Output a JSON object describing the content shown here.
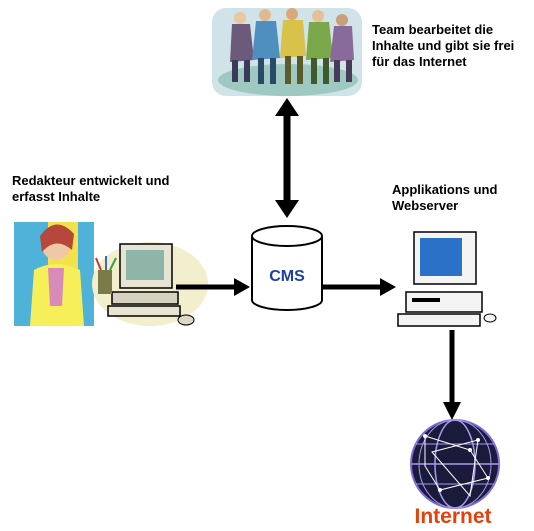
{
  "labels": {
    "team": "Team bearbeitet die Inhalte und gibt sie frei für das Internet",
    "redakteur": "Redakteur entwickelt und erfasst Inhalte",
    "server": "Applikations und Webserver",
    "cms": "CMS",
    "internet": "Internet"
  },
  "colors": {
    "cms_text": "#1d3fa8",
    "internet_text": "#e8400c",
    "arrow": "#000000"
  },
  "icons": [
    "team-clipart-icon",
    "redakteur-computer-icon",
    "cms-database-icon",
    "webserver-computer-icon",
    "globe-icon"
  ]
}
